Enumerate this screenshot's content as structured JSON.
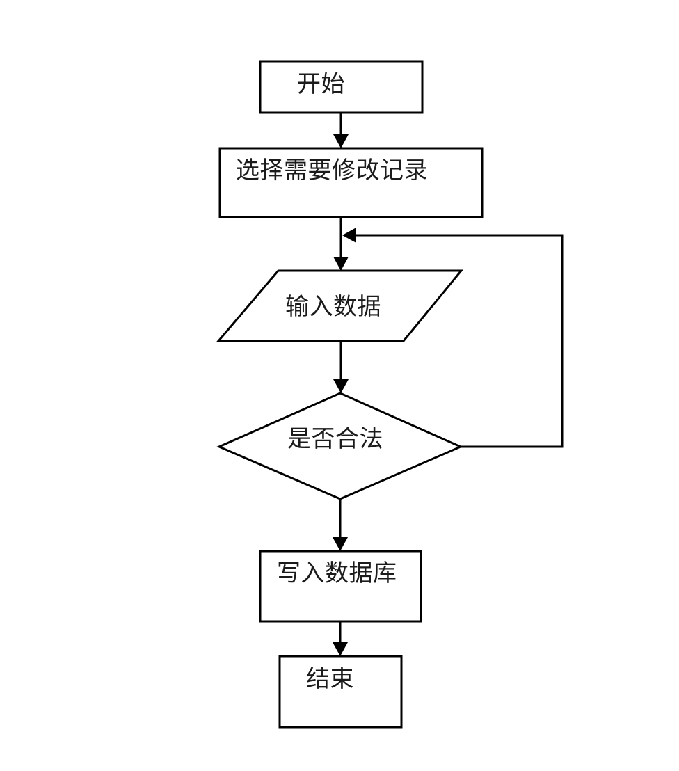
{
  "flowchart": {
    "background_color": "#ffffff",
    "stroke_color": "#000000",
    "shape_fill_color": "#ffffff",
    "text_color": "#1b1b1b",
    "nodes": [
      {
        "id": "start",
        "shape": "rectangle",
        "role": "terminator",
        "label": "开始"
      },
      {
        "id": "select-record",
        "shape": "rectangle",
        "role": "process",
        "label": "选择需要修改记录"
      },
      {
        "id": "input-data",
        "shape": "parallelogram",
        "role": "input",
        "label": "输入数据"
      },
      {
        "id": "validate",
        "shape": "diamond",
        "role": "decision",
        "label": "是否合法"
      },
      {
        "id": "write-db",
        "shape": "rectangle",
        "role": "process",
        "label": "写入数据库"
      },
      {
        "id": "end",
        "shape": "rectangle",
        "role": "terminator",
        "label": "结束"
      }
    ],
    "edges": [
      {
        "from": "start",
        "to": "select-record",
        "style": "arrow-down"
      },
      {
        "from": "select-record",
        "to": "input-data",
        "style": "arrow-down"
      },
      {
        "from": "input-data",
        "to": "validate",
        "style": "arrow-down"
      },
      {
        "from": "validate",
        "to": "write-db",
        "style": "arrow-down"
      },
      {
        "from": "validate",
        "to": "input-data",
        "style": "loop-back-right"
      },
      {
        "from": "write-db",
        "to": "end",
        "style": "arrow-down"
      }
    ]
  }
}
